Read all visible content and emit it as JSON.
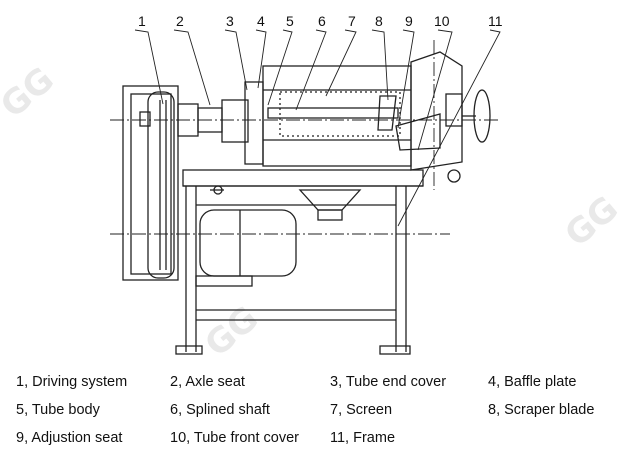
{
  "callouts": [
    "1",
    "2",
    "3",
    "4",
    "5",
    "6",
    "7",
    "8",
    "9",
    "10",
    "11"
  ],
  "legend": [
    "1, Driving system",
    "2, Axle seat",
    "3, Tube end cover",
    "4, Baffle plate",
    "5, Tube body",
    "6, Splined shaft",
    "7, Screen",
    "8, Scraper blade",
    "9, Adjustion seat",
    "10, Tube front cover",
    "11, Frame"
  ],
  "watermark": "GG"
}
